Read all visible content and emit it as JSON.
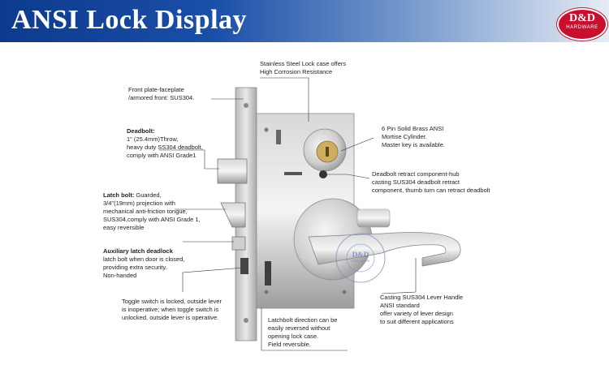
{
  "title": "ANSI Lock Display",
  "logo": {
    "main": "D&D",
    "sub": "HARDWARE"
  },
  "watermark": {
    "main": "D&D",
    "sub": "HARDWARE",
    "ring": "Shanghai D&D Hardware Industrial Co.,Ltd",
    "ring2": "Global Manufacturer"
  },
  "callouts": {
    "steel_case": "Stainless Steel Lock case offers\nHigh Corrosion Resistance",
    "front_plate": "Front plate-faceplate\n/armored front: SUS304.",
    "deadbolt_head": "Deadbolt:",
    "deadbolt_body": "1\" (25.4mm)Throw,\nheavy duty SS304 deadbolt,\ncomply with ANSI Grade1",
    "cylinder": "6 Pin Solid Brass ANSI\nMortise Cylinder.\nMaster key is available.",
    "retract": "Deadbolt retract component-hub\ncasting SUS304 deadbolt retract\ncomponent, thumb turn can retract deadbolt",
    "latch_head": "Latch bolt:",
    "latch_body": " Guarded,\n3/4\"(19mm) projection with\nmechanical anti-friction tongue,\nSUS304,comply with ANSI Grade 1,\neasy reversible",
    "aux_head": "Auxiliary latch deadlock",
    "aux_body": "latch bolt when door is closed,\nproviding extra security.\nNon-handed",
    "toggle": "Toggle switch is locked, outside lever\nis inoperative; when toggle switch is\nunlocked, outside lever is operative.",
    "latch_dir": "Latchbolt direction can be\neasily reversed without\nopening lock case.\nField reversible.",
    "lever": "Casting SUS304  Lever Handle\nANSI standard\noffer variety of lever design\nto suit different applications"
  }
}
